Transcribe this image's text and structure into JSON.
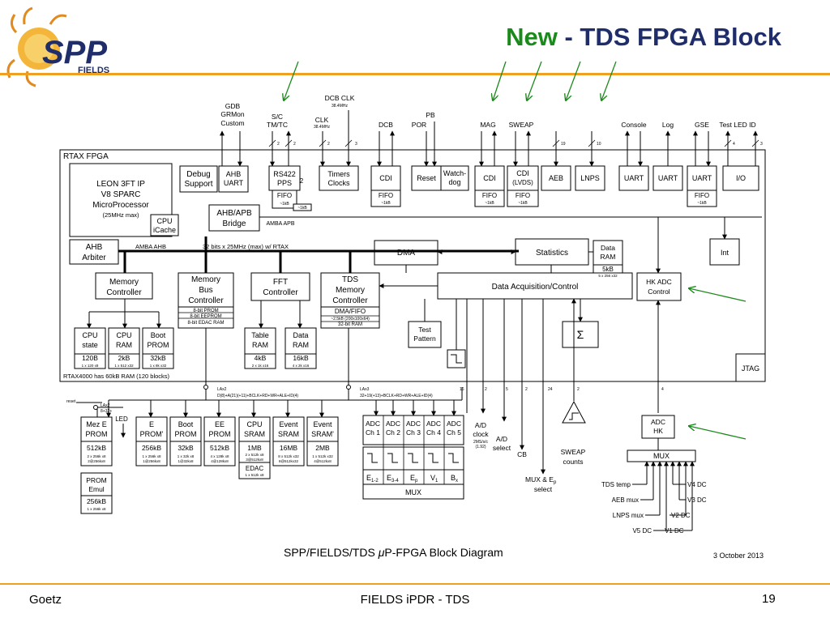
{
  "header": {
    "title_accent": "New",
    "title_rest": " - TDS FPGA Block",
    "logo_text": "SPP",
    "logo_sub": "FIELDS"
  },
  "footer": {
    "left": "Goetz",
    "center": "FIELDS iPDR - TDS",
    "page": "19"
  },
  "caption": {
    "prefix": "SPP/FIELDS/TDS ",
    "mu": "μ",
    "suffix": "P-FPGA Block Diagram"
  },
  "date": "3 October 2013",
  "colors": {
    "title": "#1f2d6b",
    "accent": "#1a8a1a",
    "rule": "#f0a020",
    "arrow": "#1a8a1a"
  },
  "interfaces": {
    "gdb": [
      "GDB",
      "GRMon",
      "Custom"
    ],
    "sc": [
      "S/C",
      "TM/TC"
    ],
    "clk": "CLK",
    "clk_freq": "38.4MHz",
    "dcb_clk": "DCB CLK",
    "dcb_clk_freq": "38.4MHz",
    "dcb": "DCB",
    "pb": "PB",
    "por": "POR",
    "mag": "MAG",
    "sweap": "SWEAP",
    "console": "Console",
    "log": "Log",
    "gse": "GSE",
    "test_led_id": "Test LED ID"
  },
  "bus_widths": {
    "w2": "2",
    "w3": "3",
    "w19": "19",
    "w10": "10",
    "w4": "4",
    "w16": "16",
    "w5": "5",
    "w24": "24"
  },
  "fpga": {
    "label": "RTAX FPGA",
    "leon": [
      "LEON 3FT IP",
      "V8 SPARC",
      "MicroProcessor",
      "(25MHz max)"
    ],
    "cpu_icache": [
      "CPU",
      "iCache"
    ],
    "debug_support": [
      "Debug",
      "Support"
    ],
    "ahb_uart": [
      "AHB",
      "UART"
    ],
    "ahb_apb_bridge": [
      "AHB/APB",
      "Bridge"
    ],
    "amba_apb": "AMBA APB",
    "rs422": [
      "RS422",
      "PPS"
    ],
    "rs422_side": "2",
    "fifo": "FIFO",
    "fifo_size": "~1kB",
    "timers": [
      "Timers",
      "Clocks"
    ],
    "cdi": "CDI",
    "reset": "Reset",
    "watchdog": [
      "Watch-",
      "dog"
    ],
    "cdi_lvds": [
      "CDI",
      "(LVDS)"
    ],
    "aeb": "AEB",
    "lnps": "LNPS",
    "uart": "UART",
    "io": "I/O",
    "ahb_arbiter": [
      "AHB",
      "Arbiter"
    ],
    "amba_ahb": "AMBA AHB",
    "rtax_bus": "32 bits x 25MHz (max) w/ RTAX",
    "dma": "DMA",
    "statistics": "Statistics",
    "data_ram": [
      "Data",
      "RAM"
    ],
    "data_ram_size": "5kB",
    "data_ram_org": "5 x 256 x32",
    "int": "Int",
    "memory_controller": [
      "Memory",
      "Controller"
    ],
    "memory_bus_controller": [
      "Memory",
      "Bus",
      "Controller"
    ],
    "mem_bus_rows": [
      "8-bit PROM",
      "8-bit EEPROM",
      "8-bit EDAC RAM"
    ],
    "fft_controller": [
      "FFT",
      "Controller"
    ],
    "tds_memory_controller": [
      "TDS",
      "Memory",
      "Controller"
    ],
    "tds_rows": [
      "DMA/FIFO",
      "~2.5kB (200x100x64)",
      "32-bit RAM"
    ],
    "data_acq": "Data Acquisition/Control",
    "hk_adc_control": [
      "HK ADC",
      "Control"
    ],
    "cpu_state": [
      "CPU",
      "state"
    ],
    "cpu_state_size": "120B",
    "cpu_state_org": "1 x 120 x8",
    "cpu_ram": [
      "CPU",
      "RAM"
    ],
    "cpu_ram_size": "2kB",
    "cpu_ram_org": "1 x 512 x32",
    "boot_prom": [
      "Boot",
      "PROM"
    ],
    "boot_prom_size": "32kB",
    "boot_prom_org": "1 x 8k x32",
    "table_ram": [
      "Table",
      "RAM"
    ],
    "table_ram_size": "4kB",
    "table_ram_org": "2 x 1k x16",
    "data_ram2": [
      "Data",
      "RAM"
    ],
    "data_ram2_size": "16kB",
    "data_ram2_org": "4 x 2k x16",
    "test_pattern": [
      "Test",
      "Pattern"
    ],
    "sigma": "Σ",
    "jtag": "JTAG",
    "rtax_note": "RTAX4000 has 60kB RAM (120 blocks)"
  },
  "buses": {
    "lax2": "LAx2",
    "lax2_desc": "D(8)+A(21)(+11)+BCLK+RD+WR+ALE+ID(4)",
    "lax3": "LAx3",
    "lax3_desc": "32+19(+13)+BCLK+RD+WR+ALE+ID(4)",
    "reset": "reset",
    "lax2b": "LAx2",
    "lax2b_desc": "8+32+"
  },
  "external": {
    "mez_e_prom": [
      "Mez E",
      "PROM"
    ],
    "led": "LED",
    "mez_size": "512kB",
    "mez_org": [
      "2 x 256k x8",
      "2@256kx8"
    ],
    "prom_emul": [
      "PROM",
      "Emul"
    ],
    "prom_emul_size": "256kB",
    "prom_emul_org": "1 x 256k x8",
    "eprom": [
      "E",
      "PROM'"
    ],
    "eprom_size": "256kB",
    "eprom_org": [
      "1 x 256k x8",
      "1@256kx8"
    ],
    "boot_prom": [
      "Boot",
      "PROM"
    ],
    "boot_size": "32kB",
    "boot_org": [
      "1 x 32k x8",
      "1@32kx8"
    ],
    "ee_prom": [
      "EE",
      "PROM"
    ],
    "ee_size": "512kB",
    "ee_org": [
      "4 x 128k x8",
      "4@128kx8"
    ],
    "cpu_sram": [
      "CPU",
      "SRAM"
    ],
    "cpu_sram_size": "1MB",
    "cpu_sram_org": [
      "2 x 512k x8",
      "3@512kx8"
    ],
    "edac": "EDAC",
    "edac_org": "1 x 512k x8",
    "event_sram": [
      "Event",
      "SRAM"
    ],
    "event_size": "16MB",
    "event_org": [
      "8 x 512k x32",
      "8@512kx32"
    ],
    "event_sram2": [
      "Event",
      "SRAM'"
    ],
    "event2_size": "2MB",
    "event2_org": [
      "1 x 512k x32",
      "4@512kx8"
    ],
    "adc_ch": [
      [
        "ADC",
        "Ch 1"
      ],
      [
        "ADC",
        "Ch 2"
      ],
      [
        "ADC",
        "Ch 3"
      ],
      [
        "ADC",
        "Ch 4"
      ],
      [
        "ADC",
        "Ch 5"
      ]
    ],
    "mux_inputs": [
      "E",
      "1-2",
      "E",
      "3-4",
      "E",
      "p",
      "V",
      "1",
      "B",
      "x"
    ],
    "mux": "MUX",
    "ad_clock": [
      "A/D",
      "clock"
    ],
    "ad_clock_note": [
      "2MS/s/c",
      "(1.92)"
    ],
    "ad_select": [
      "A/D",
      "select"
    ],
    "cb": "CB",
    "mux_ep": [
      "MUX & E",
      "p",
      "select"
    ],
    "sweap_counts": [
      "SWEAP",
      "counts"
    ],
    "adc_hk": [
      "ADC",
      "HK"
    ],
    "mux_hk": "MUX",
    "hk_left": [
      "TDS temp",
      "AEB mux",
      "LNPS mux",
      "V5 DC"
    ],
    "hk_right": [
      "V4 DC",
      "V3 DC",
      "V2 DC",
      "V1 DC"
    ]
  }
}
